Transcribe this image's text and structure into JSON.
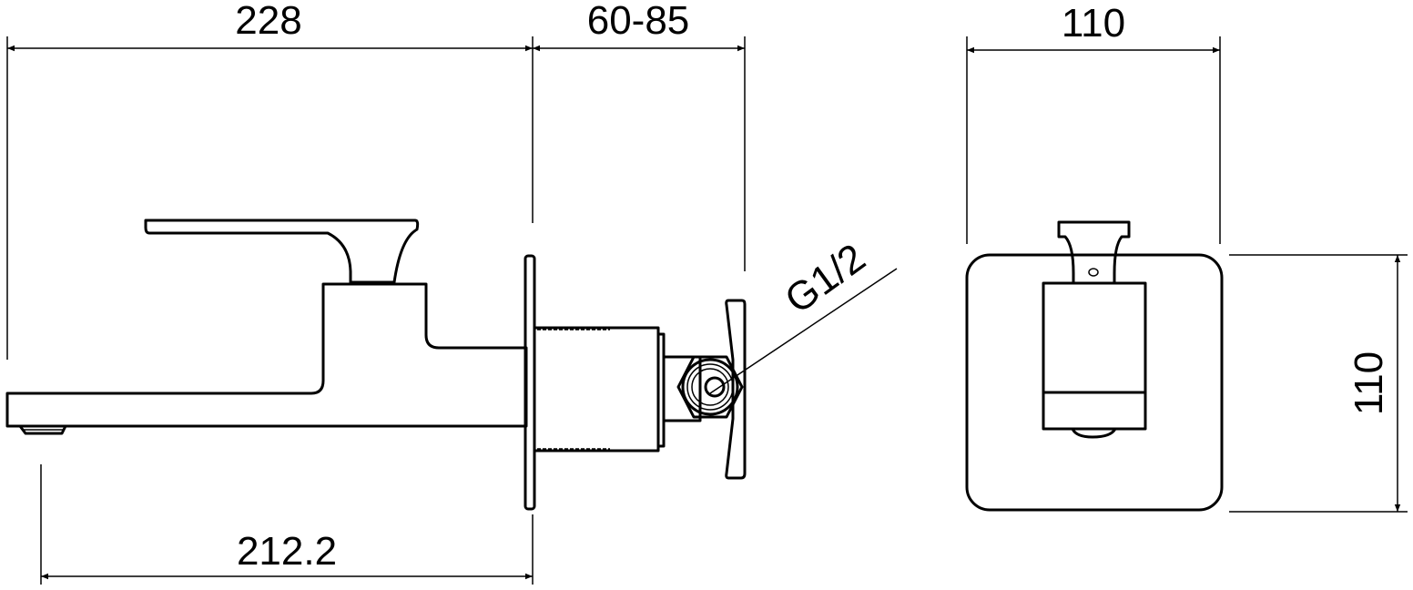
{
  "title": "Wall-mounted basin mixer dimension drawing",
  "dimensions": {
    "overall_length": "228",
    "wall_depth": "60-85",
    "spout_reach": "212.2",
    "connection": "G1/2",
    "plate_width": "110",
    "plate_height": "110"
  },
  "colors": {
    "line": "#000000",
    "background": "#ffffff"
  }
}
